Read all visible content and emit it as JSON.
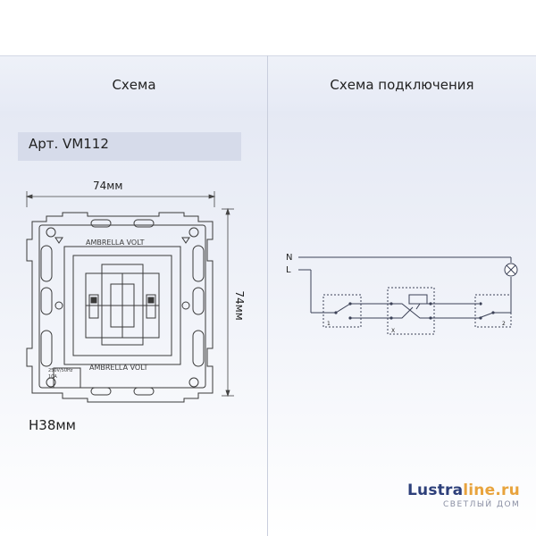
{
  "header": {
    "left_title": "Схема",
    "right_title": "Схема подключения"
  },
  "product": {
    "article": "Арт. VM112",
    "depth": "H38мм"
  },
  "dimensions": {
    "width_label": "74мм",
    "height_label": "74мм"
  },
  "device": {
    "brand_top": "AMBRELLA VOLT",
    "brand_bottom": "AMBRELLA VOLT",
    "rating_voltage": "250V/50Hz",
    "rating_current": "10A"
  },
  "wiring": {
    "neutral_label": "N",
    "line_label": "L",
    "switch1_label": "1",
    "switch_x_label": "X",
    "switch2_label": "2"
  },
  "logo": {
    "part1": "Lustra",
    "part2": "line.ru",
    "tagline": "СВЕТЛЫЙ ДОМ"
  },
  "colors": {
    "panel": "#e6eaf5",
    "label_box": "#d6dbea",
    "wire": "#3c4257",
    "logo_dark": "#2d3f7a",
    "logo_accent": "#e8a33d"
  },
  "icons": [
    "lamp-icon",
    "switch-icon"
  ]
}
